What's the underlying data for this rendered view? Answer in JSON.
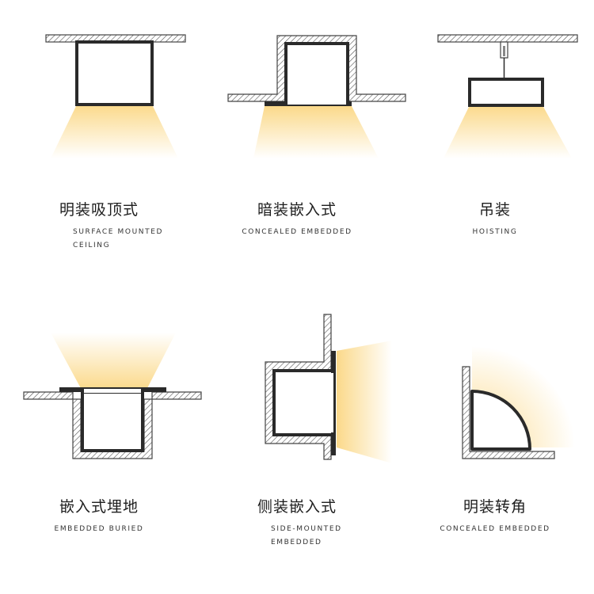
{
  "items": [
    {
      "title": "明装吸顶式",
      "subtitle": "SURFACE MOUNTED\nCEILING",
      "icon": "surface-mounted-ceiling-icon"
    },
    {
      "title": "暗装嵌入式",
      "subtitle": "CONCEALED EMBEDDED",
      "icon": "concealed-embedded-icon"
    },
    {
      "title": "吊装",
      "subtitle": "HOISTING",
      "icon": "hoisting-icon"
    },
    {
      "title": "嵌入式埋地",
      "subtitle": "EMBEDDED BURIED",
      "icon": "embedded-buried-icon"
    },
    {
      "title": "侧装嵌入式",
      "subtitle": "SIDE-MOUNTED\nEMBEDDED",
      "icon": "side-mounted-embedded-icon"
    },
    {
      "title": "明装转角",
      "subtitle": "CONCEALED EMBEDDED",
      "icon": "surface-corner-icon"
    }
  ],
  "colors": {
    "light": "#fbd98a",
    "frame": "#2a2a2a",
    "hatch": "#555555"
  }
}
